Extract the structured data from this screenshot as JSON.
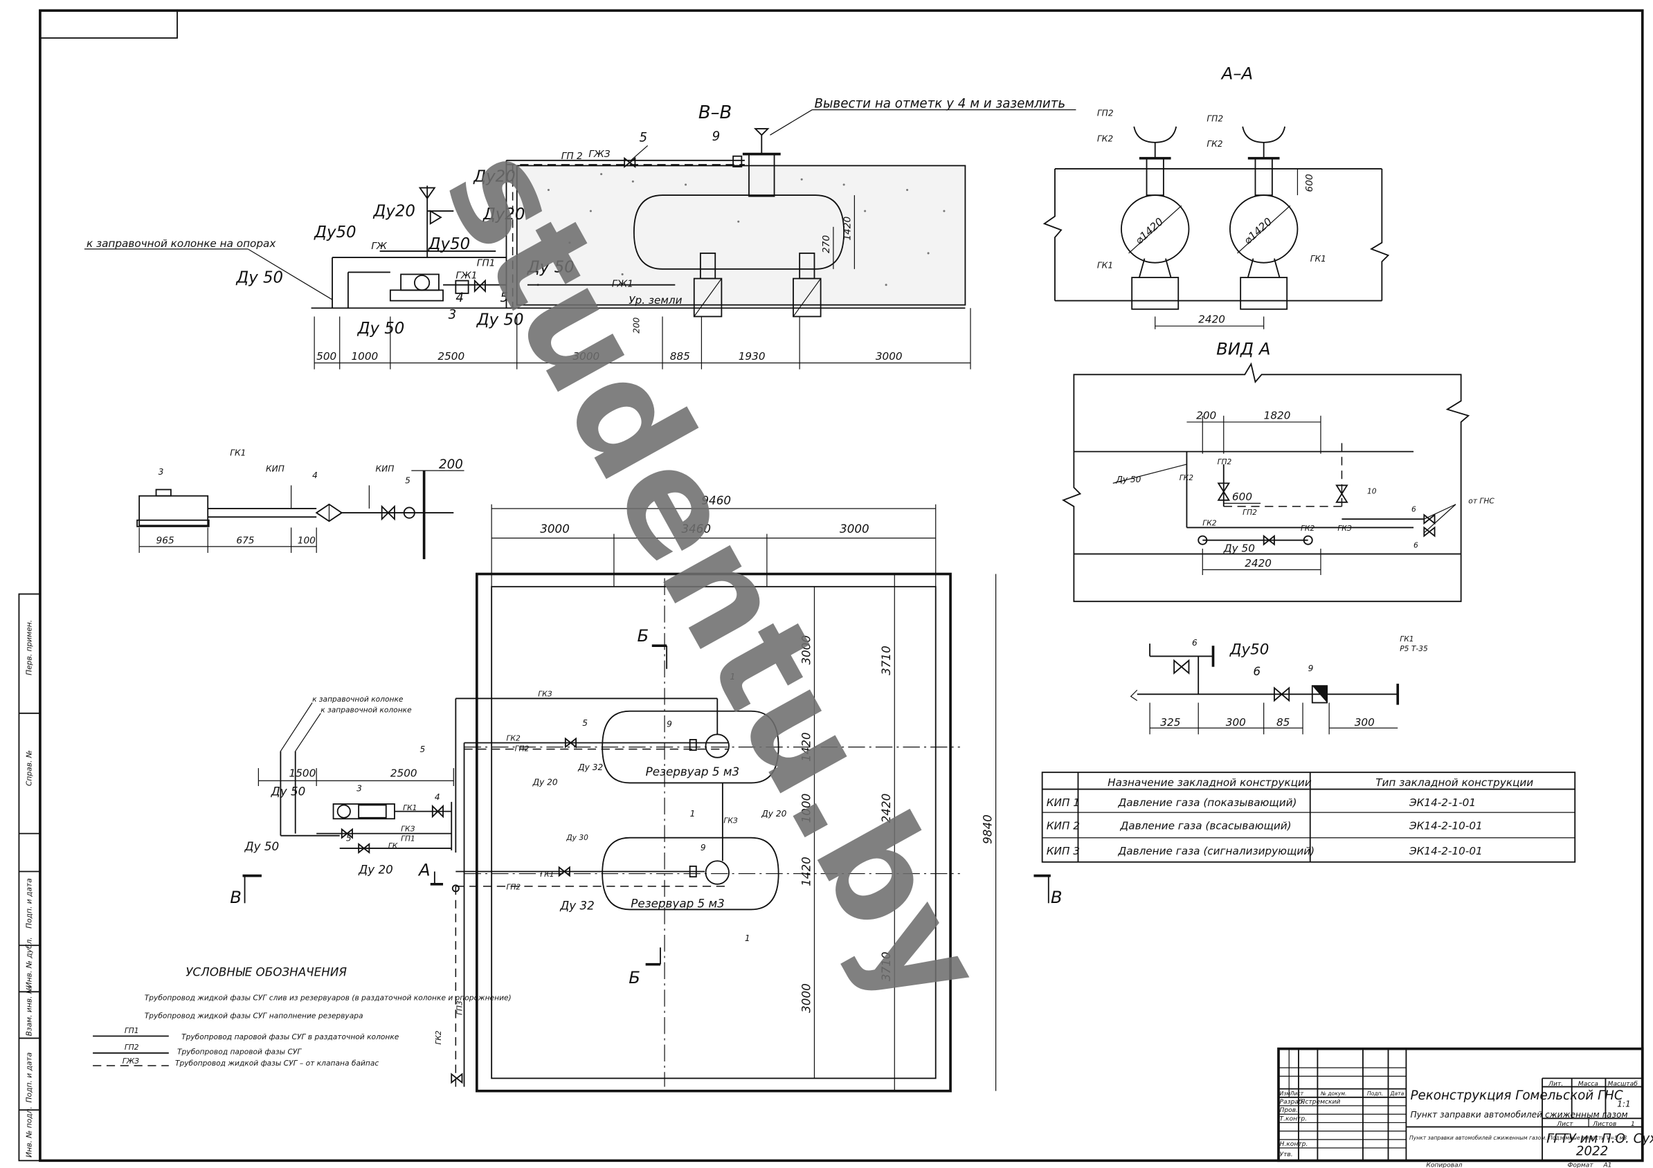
{
  "sections": {
    "vv": {
      "title": "В–В",
      "note": "Вывести на отметк у 4 м и заземлить",
      "to_station": "к заправочной колонке на опорах",
      "ground": "Ур. земли",
      "labels": {
        "du20a": "Ду20",
        "du20b": "Ду20",
        "du20c": "Ду20",
        "du50a": "Ду50",
        "du50b": "Ду50",
        "du50c": "Ду 50",
        "du50d": "Ду 50",
        "du50e": "Ду 50",
        "du50f": "Ду 50",
        "gp2": "ГП 2",
        "gzh3": "ГЖЗ",
        "gp1": "ГП1",
        "gzh": "ГЖ",
        "gzh1": "ГЖ1",
        "gzh1b": "ГЖ1",
        "n3": "3",
        "n4": "4",
        "n5": "5",
        "n5b": "5",
        "n9": "9",
        "v270": "270",
        "v1420": "1420",
        "v200": "200"
      },
      "dims": [
        "500",
        "1000",
        "2500",
        "3000",
        "885",
        "1930",
        "3000"
      ]
    },
    "aa": {
      "title": "А–А",
      "gp2l": "ГП2",
      "gp2r": "ГП2",
      "gk2l": "ГК2",
      "gk2r": "ГК2",
      "gk1l": "ГК1",
      "gk1r": "ГК1",
      "diaL": "⌀1420",
      "diaR": "⌀1420",
      "h600": "600",
      "w2420": "2420"
    },
    "view_a": {
      "title": "ВИД А",
      "d200": "200",
      "d1820": "1820",
      "d600": "600",
      "d2420": "2420",
      "du50": "Ду 50",
      "du50b": "Ду 50",
      "gk2": "ГК2",
      "gp2": "ГП2",
      "gp2b": "ГП2",
      "gk2b": "ГК2",
      "gk2c": "ГК2",
      "gk3": "ГКЗ",
      "n10": "10",
      "n6a": "6",
      "n6b": "6",
      "from_gns": "от ГНС"
    },
    "kip": {
      "n3": "3",
      "gk1": "ГК1",
      "kip1": "КИП",
      "kip2": "КИП",
      "n4": "4",
      "n5": "5",
      "d200": "200",
      "d965": "965",
      "d675": "675",
      "d100": "100"
    },
    "valves": {
      "du50": "Ду50",
      "n6a": "6",
      "n6b": "6",
      "n9": "9",
      "gk1": "ГК1",
      "gk1b": "Р5 Т-35",
      "d325": "325",
      "d300a": "300",
      "d85": "85",
      "d300b": "300"
    },
    "plan": {
      "dims_top": {
        "total": "9460",
        "left": "3000",
        "mid": "3460",
        "right": "3000"
      },
      "vert_left": [
        "3000",
        "1420",
        "1000",
        "1420",
        "3000"
      ],
      "vert_mid": [
        "3710",
        "2420",
        "3710"
      ],
      "vert_total": "9840",
      "cut_b_top": "Б",
      "cut_b_bot": "Б",
      "cut_v_left": "В",
      "cut_v_right": "В",
      "cut_a": "А",
      "tank1": "Резервуар 5 м3",
      "tank2": "Резервуар 5 м3",
      "to_station1": "к заправочной колонке",
      "to_station2": "к заправочной колонке",
      "labels": {
        "d1500": "1500",
        "d2500": "2500",
        "du50": "Ду 50",
        "du50b": "Ду 50",
        "du20": "Ду 20",
        "du20b": "Ду 20",
        "du20c": "Ду 20",
        "du32": "Ду 32",
        "du32b": "Ду 32",
        "du30": "Ду 30",
        "gk3": "ГКЗ",
        "gk3b": "ГКЗ",
        "gk2": "ГК2",
        "gp2": "ГП2",
        "gk1": "ГК1",
        "gk1b": "ГК1",
        "gp2b": "ГП2",
        "gp3": "ГП3",
        "gk2v": "ГК2",
        "gk": "ГК",
        "gp1": "ГП1",
        "gk3c": "ГКЗ",
        "n1a": "1",
        "n1b": "1",
        "n1c": "1",
        "n9a": "9",
        "n9b": "9",
        "n3": "3",
        "n4": "4",
        "n5": "5",
        "n5b": "5",
        "n5c": "5"
      }
    }
  },
  "embed_table": {
    "headers": [
      "Назначение закладной конструкции",
      "Тип закладной конструкции"
    ],
    "rows": [
      {
        "id": "КИП 1",
        "purpose": "Давление газа (показывающий)",
        "type": "ЭК14-2-1-01"
      },
      {
        "id": "КИП 2",
        "purpose": "Давление газа (всасывающий)",
        "type": "ЭК14-2-10-01"
      },
      {
        "id": "КИП 3",
        "purpose": "Давление газа (сигнализирующий)",
        "type": "ЭК14-2-10-01"
      }
    ]
  },
  "legend": {
    "title": "УСЛОВНЫЕ ОБОЗНАЧЕНИЯ",
    "items": [
      {
        "code": "",
        "text": "Трубопровод жидкой фазы СУГ слив из резервуаров (в раздаточной колонке и опорожнение)"
      },
      {
        "code": "",
        "text": "Трубопровод жидкой фазы СУГ наполнение резервуара"
      },
      {
        "code": "ГП1",
        "text": "Трубопровод паровой фазы СУГ в раздаточной колонке"
      },
      {
        "code": "ГП2",
        "text": "Трубопровод паровой фазы СУГ"
      },
      {
        "code": "ГЖЗ",
        "text": "Трубопровод жидкой фазы СУГ – от клапана байпас"
      }
    ]
  },
  "side_stamp": [
    "Перв. примен.",
    "Справ. №",
    "Подп. и дата",
    "Инв. № дубл.",
    "Взам. инв. №",
    "Подп. и дата",
    "Инв. № подл."
  ],
  "title_block": {
    "project": "Реконструкция Гомельской ГНС",
    "subtitle": "Пункт заправки автомобилей сжиженным газом",
    "sheet_name": "Пункт заправки автомобилей сжиженным газом. Подземные емкости V=5 м3",
    "org": "ГГТУ им П.О. Сухого",
    "year": "2022",
    "col_headers": [
      "Изм",
      "Лист",
      "№ докум.",
      "Подп.",
      "Дата"
    ],
    "roles": [
      "Разраб.",
      "Пров.",
      "Т.контр.",
      "",
      "Н.контр.",
      "Утв."
    ],
    "developer": "Ястремский",
    "lit": "Лит.",
    "mass": "Масса",
    "scale": "Масштаб",
    "scale_val": "1:1",
    "sheet": "Лист",
    "sheets": "Листов",
    "sheets_val": "1",
    "copied": "Копировал",
    "format": "Формат",
    "format_val": "А1"
  },
  "watermark": "studentu.by"
}
